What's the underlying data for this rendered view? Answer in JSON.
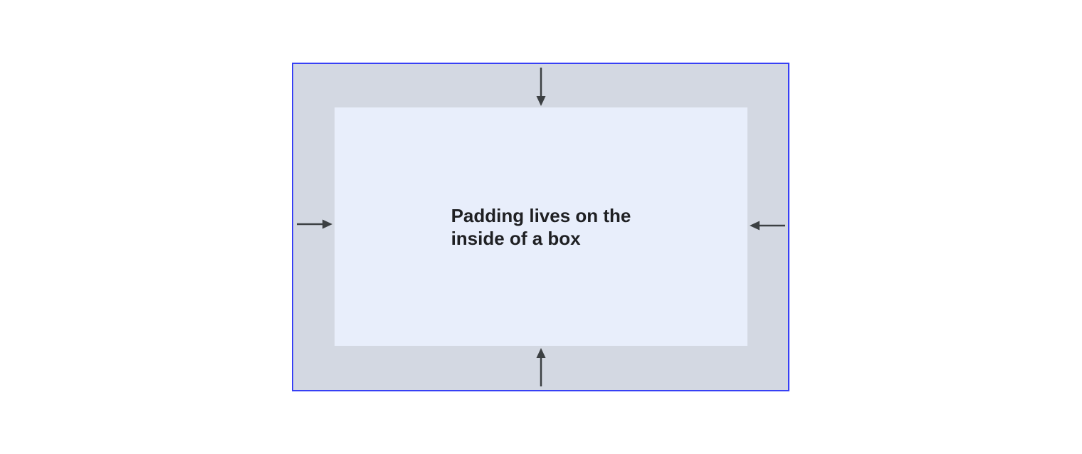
{
  "diagram": {
    "type": "css-box-model-padding-illustration",
    "label": "Padding lives on the\ninside of a box",
    "colors": {
      "border": "#3740f5",
      "padding_area": "#d3d8e2",
      "content_box": "#e8eefb",
      "arrow": "#3c4043",
      "text": "#1f2023",
      "page_background": "#ffffff"
    },
    "arrows": [
      {
        "name": "top-arrow",
        "direction": "down",
        "meaning": "padding pushes inward from top"
      },
      {
        "name": "bottom-arrow",
        "direction": "up",
        "meaning": "padding pushes inward from bottom"
      },
      {
        "name": "left-arrow",
        "direction": "right",
        "meaning": "padding pushes inward from left"
      },
      {
        "name": "right-arrow",
        "direction": "left",
        "meaning": "padding pushes inward from right"
      }
    ]
  }
}
